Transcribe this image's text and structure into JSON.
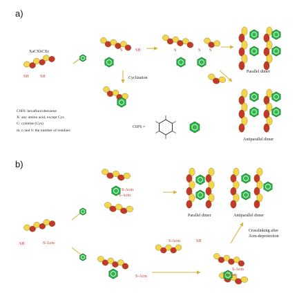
{
  "panels": {
    "a": {
      "label": "a)",
      "sequence_label": "XaCXbCXc",
      "sh_labels": [
        "SH",
        "SH",
        "SH"
      ],
      "s_labels": [
        "S",
        "S",
        "S",
        "S"
      ],
      "cyclization_label": "Cyclization",
      "parallel_dimer": "Parallel dimer",
      "antiparallel_dimer": "Antiparallel dimer",
      "c6f6_formula": "C6F6 =",
      "legend": [
        "C6F6: hexafluorobenzene",
        "X: any amino acid, except Cys",
        "C: cysteine (Cys)",
        "m, n and 6: the number of residues"
      ]
    },
    "b": {
      "label": "b)",
      "sh_label": "SH",
      "sacm_labels": [
        "S-Acm",
        "S-Acm",
        "S-Acm",
        "S-Acm",
        "S-Acm",
        "S-Acm",
        "S-Acm"
      ],
      "sh_label_2": "SH",
      "parallel_dimer": "Parallel dimer",
      "antiparallel_dimer": "Antiparallel dimer",
      "crosslinking_label": "Crosslinking after Acm-deprotection"
    }
  },
  "colors": {
    "helix_yellow": "#f2d64b",
    "helix_red": "#c0392b",
    "benzene_green": "#2fb84a",
    "label_red": "#c0392b",
    "arrow": "#d7b23c"
  }
}
